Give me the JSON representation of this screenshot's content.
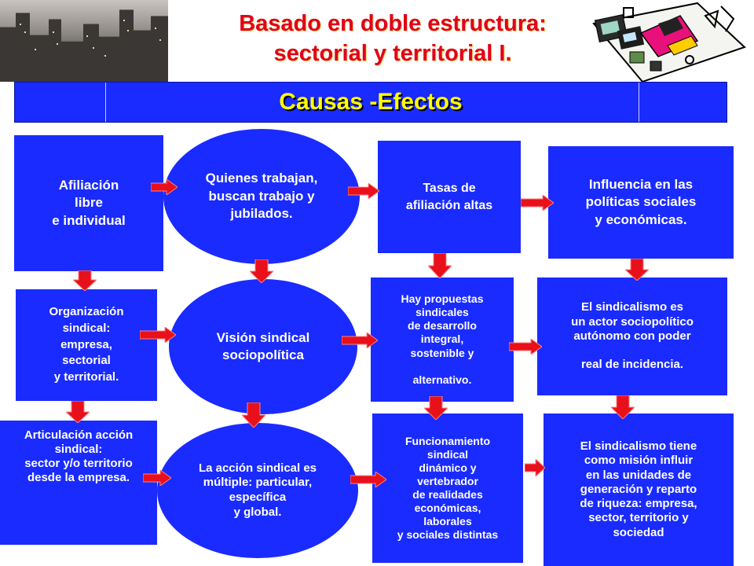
{
  "title": {
    "line1": "Basado en doble estructura:",
    "line2": "sectorial y territorial I."
  },
  "header": {
    "title": "Causas -Efectos"
  },
  "colors": {
    "box_blue": "#1a2bff",
    "arrow_red": "#e8101a",
    "title_red": "#e0001a",
    "header_text": "#ffff00"
  },
  "icons": [
    "city-skyline-photo",
    "office-clipart",
    "arrow-right-icon",
    "arrow-down-icon"
  ],
  "boxes": {
    "b11": "Afiliación\nlibre\ne individual",
    "b12": "Quienes trabajan,\nbuscan trabajo  y\njubilados.",
    "b13": "Tasas de\nafiliación altas",
    "b14": "Influencia  en las\npolíticas  sociales\n y  económicas.",
    "b21": "Organización\nsindical:\nempresa,\nsectorial\n y territorial.",
    "b22": "Visión sindical\nsociopolítica",
    "b23": "Hay propuestas\nsindicales\nde desarrollo\nintegral,\nsostenible y\n\nalternativo.",
    "b24": "El sindicalismo es\nun actor sociopolítico\nautónomo con poder\n\nreal de incidencia.",
    "b31": "Articulación acción\nsindical:\nsector y/o territorio\ndesde la empresa.",
    "b32": "La acción sindical es\nmúltiple:  particular,\nespecífica\ny global.",
    "b33": "Funcionamiento\nsindical\ndinámico y\nvertebrador\nde realidades\neconómicas,\nlaborales\ny sociales distintas",
    "b34": "El sindicalismo tiene\ncomo misión influir\nen las unidades de\ngeneración y reparto\nde riqueza: empresa,\nsector, territorio y\nsociedad"
  }
}
